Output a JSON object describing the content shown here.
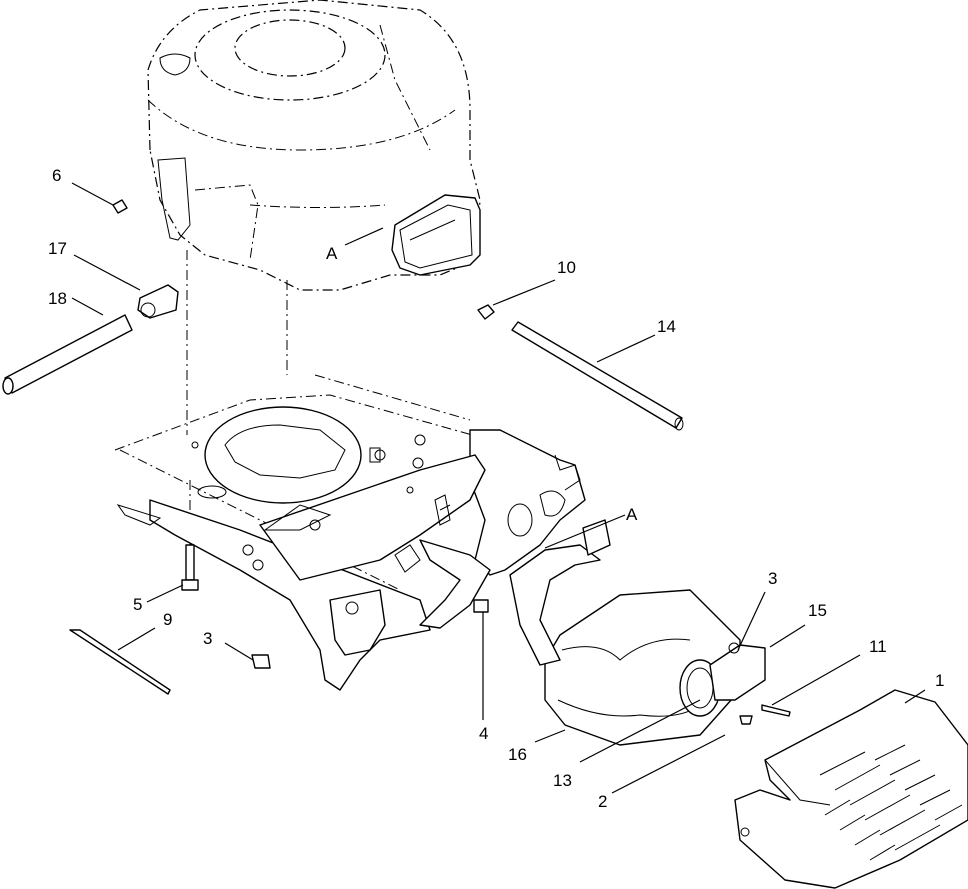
{
  "callouts": {
    "c1": "1",
    "c2": "2",
    "c3a": "3",
    "c3b": "3",
    "c4": "4",
    "c5": "5",
    "c6": "6",
    "c9": "9",
    "c10": "10",
    "c11": "11",
    "c13": "13",
    "c14": "14",
    "c15": "15",
    "c16": "16",
    "c17": "17",
    "c18": "18",
    "refA1": "A",
    "refA2": "A"
  }
}
